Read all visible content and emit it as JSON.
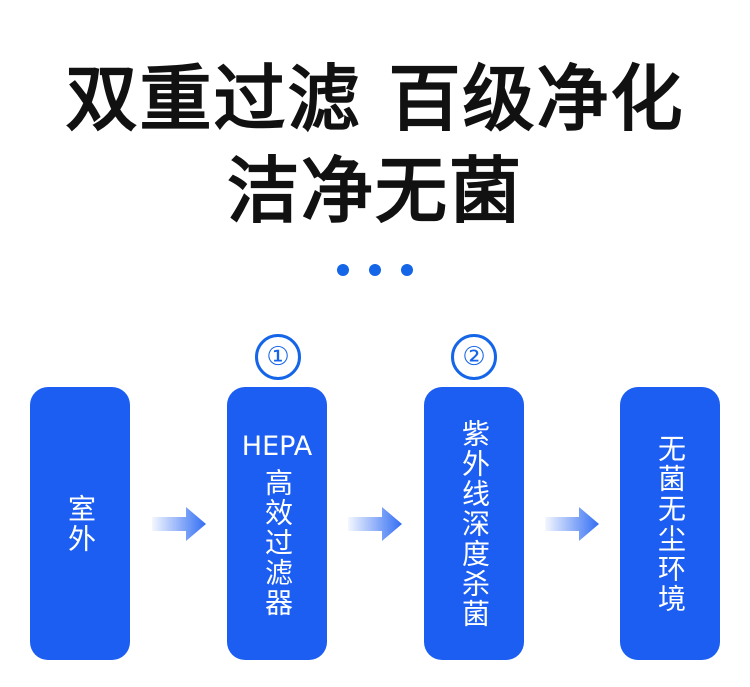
{
  "headline": {
    "line1": "双重过滤 百级净化",
    "line2": "洁净无菌"
  },
  "steps": [
    {
      "number": "",
      "title": "",
      "text": "室外"
    },
    {
      "number": "①",
      "title": "HEPA",
      "text": "高效过滤器"
    },
    {
      "number": "②",
      "title": "",
      "text": "紫外线深度杀菌"
    },
    {
      "number": "",
      "title": "",
      "text": "无菌无尘环境"
    }
  ],
  "colors": {
    "accent": "#1c5ef2",
    "text": "#111111"
  }
}
